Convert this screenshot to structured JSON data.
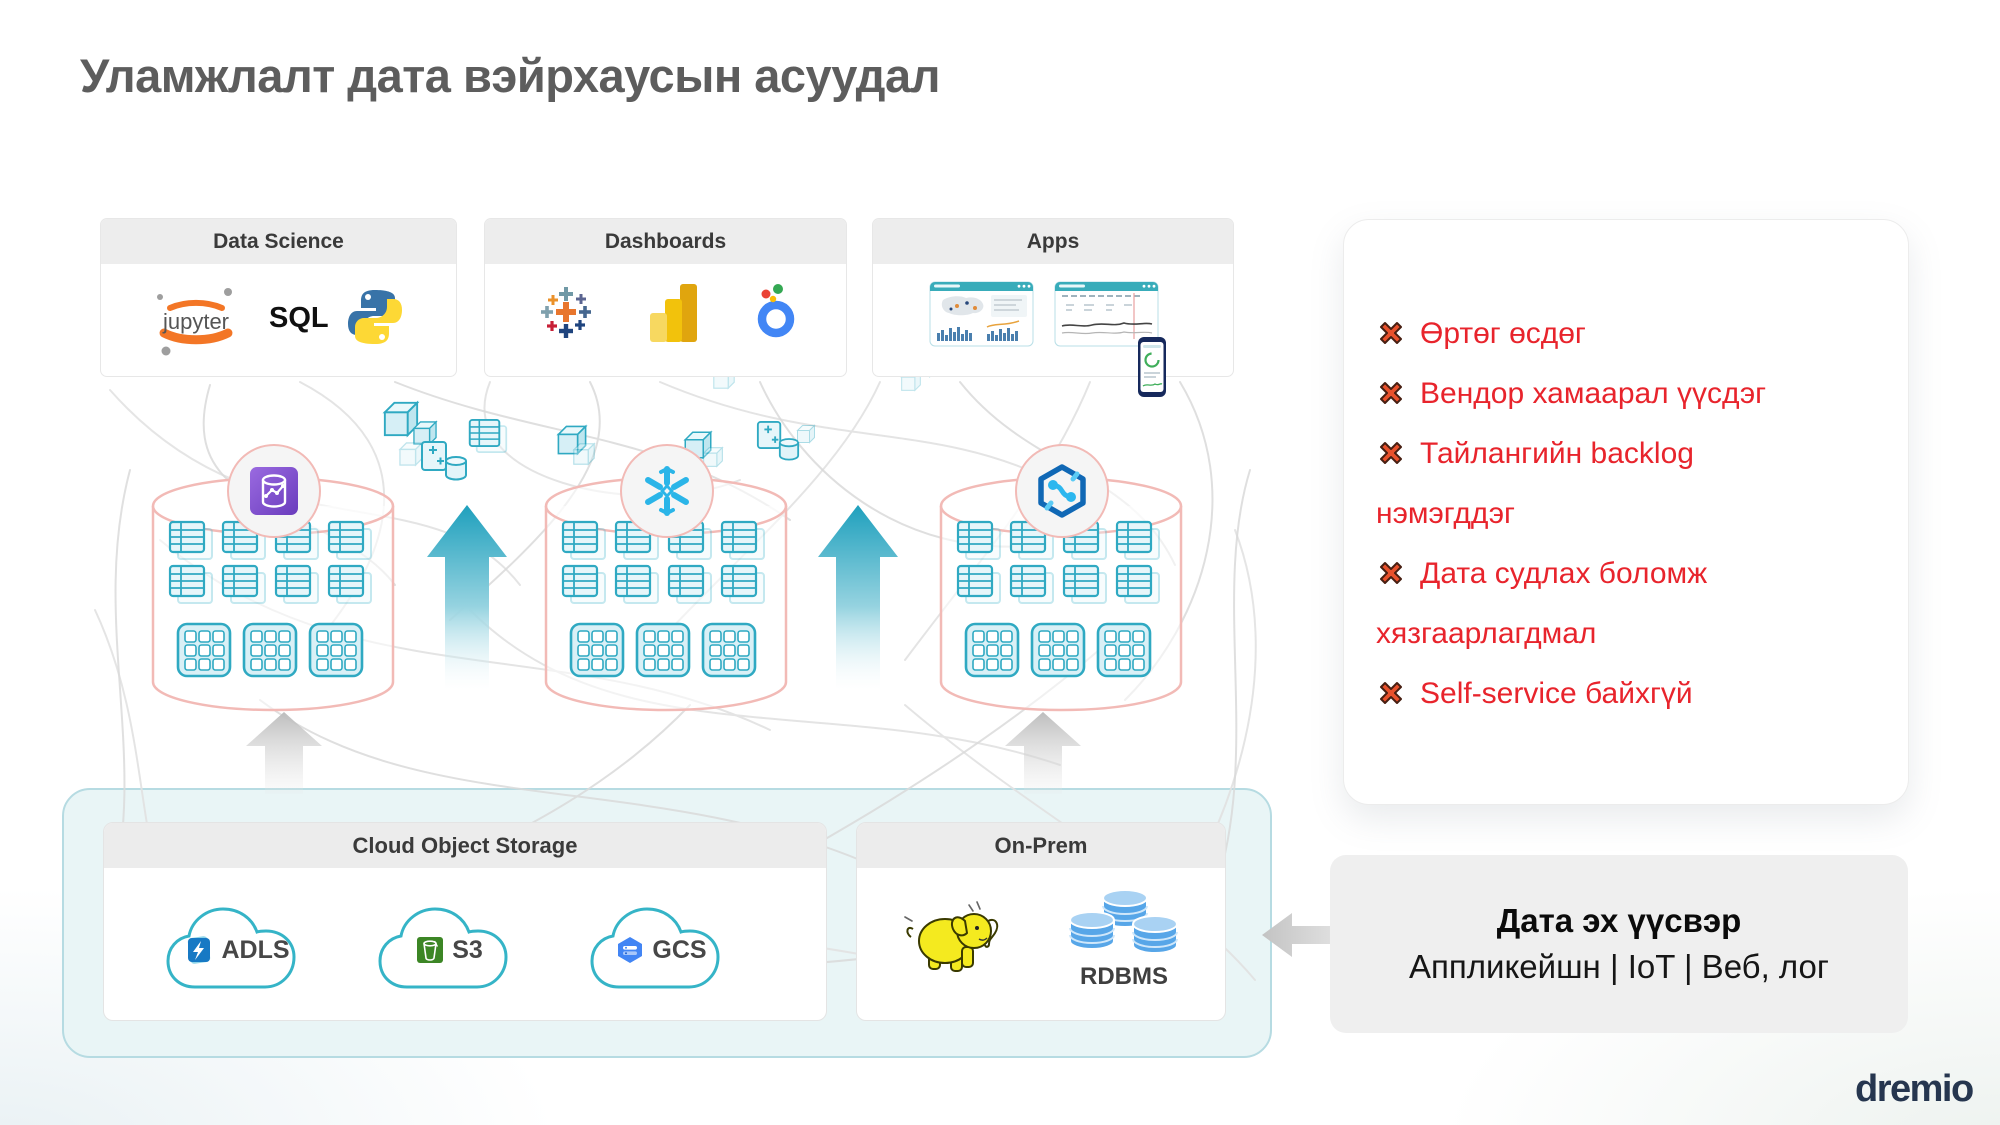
{
  "title": "Уламжлалт дата вэйрхаусын асуудал",
  "panels": {
    "data_science": {
      "label": "Data Science",
      "jupyter_wordmark": "jupyter",
      "sql_label": "SQL"
    },
    "dashboards": {
      "label": "Dashboards"
    },
    "apps": {
      "label": "Apps"
    }
  },
  "storage": {
    "cloud": {
      "label": "Cloud Object Storage",
      "items": [
        {
          "label": "ADLS"
        },
        {
          "label": "S3"
        },
        {
          "label": "GCS"
        }
      ]
    },
    "onprem": {
      "label": "On-Prem",
      "rdbms_label": "RDBMS"
    }
  },
  "problems": {
    "items": [
      "Өртөг өсдөг",
      "Вендор хамаарал үүсдэг",
      "Тайлангийн backlog\nнэмэгддэг",
      "Дата судлах боломж\nхязгаарлагдмал",
      "Self-service байхгүй"
    ]
  },
  "datasource": {
    "title": "Дата эх үүсвэр",
    "subtitle": "Аппликейшн | IoT | Веб, лог"
  },
  "brand": "dremio",
  "colors": {
    "accent_teal": "#2fa9c2",
    "cylinder_pink": "#f2bab6",
    "problem_red": "#e8242c",
    "mint_bg": "#e9f5f6"
  }
}
